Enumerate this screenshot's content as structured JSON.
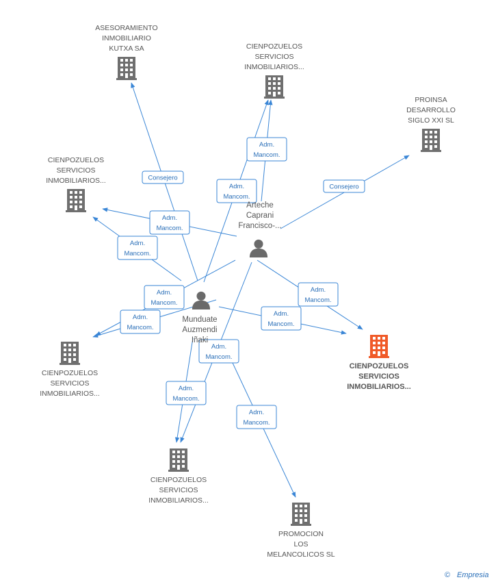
{
  "colors": {
    "edge": "#3a86d6",
    "company": "#6f6f6f",
    "focus_company": "#f05a28",
    "person": "#6a6a6a"
  },
  "persons": [
    {
      "id": "p1",
      "lines": [
        "Arteche",
        "Caprani",
        "Francisco-..."
      ],
      "icon": "person-icon"
    },
    {
      "id": "p2",
      "lines": [
        "Munduate",
        "Auzmendi",
        "Iñaki"
      ],
      "icon": "person-icon"
    }
  ],
  "companies": [
    {
      "id": "c1",
      "lines": [
        "ASESORAMIENTO",
        "INMOBILIARIO",
        "KUTXA SA"
      ],
      "focus": false,
      "icon": "building-icon"
    },
    {
      "id": "c2",
      "lines": [
        "CIENPOZUELOS",
        "SERVICIOS",
        "INMOBILIARIOS..."
      ],
      "focus": false,
      "icon": "building-icon"
    },
    {
      "id": "c3",
      "lines": [
        "PROINSA",
        "DESARROLLO",
        "SIGLO XXI SL"
      ],
      "focus": false,
      "icon": "building-icon"
    },
    {
      "id": "c4",
      "lines": [
        "CIENPOZUELOS",
        "SERVICIOS",
        "INMOBILIARIOS..."
      ],
      "focus": false,
      "icon": "building-icon"
    },
    {
      "id": "c5",
      "lines": [
        "CIENPOZUELOS",
        "SERVICIOS",
        "INMOBILIARIOS..."
      ],
      "focus": true,
      "icon": "building-icon"
    },
    {
      "id": "c6",
      "lines": [
        "CIENPOZUELOS",
        "SERVICIOS",
        "INMOBILIARIOS..."
      ],
      "focus": false,
      "icon": "building-icon"
    },
    {
      "id": "c7",
      "lines": [
        "CIENPOZUELOS",
        "SERVICIOS",
        "INMOBILIARIOS..."
      ],
      "focus": false,
      "icon": "building-icon"
    },
    {
      "id": "c8",
      "lines": [
        "PROMOCION",
        "LOS",
        "MELANCOLICOS SL"
      ],
      "focus": false,
      "icon": "building-icon"
    }
  ],
  "edges": [
    {
      "from": "p2",
      "to": "c1",
      "lines": [
        "Consejero"
      ]
    },
    {
      "from": "p1",
      "to": "c3",
      "lines": [
        "Consejero"
      ]
    },
    {
      "from": "p2",
      "to": "c2",
      "lines": [
        "Adm.",
        "Mancom."
      ]
    },
    {
      "from": "p1",
      "to": "c2",
      "lines": [
        "Adm.",
        "Mancom."
      ]
    },
    {
      "from": "p1",
      "to": "c4",
      "lines": [
        "Adm.",
        "Mancom."
      ]
    },
    {
      "from": "p2",
      "to": "c4",
      "lines": [
        "Adm.",
        "Mancom."
      ]
    },
    {
      "from": "p1",
      "to": "c6",
      "lines": [
        "Adm.",
        "Mancom."
      ]
    },
    {
      "from": "p2",
      "to": "c6",
      "lines": [
        "Adm.",
        "Mancom."
      ]
    },
    {
      "from": "p1",
      "to": "c5",
      "lines": [
        "Adm.",
        "Mancom."
      ]
    },
    {
      "from": "p2",
      "to": "c5",
      "lines": [
        "Adm.",
        "Mancom."
      ]
    },
    {
      "from": "p1",
      "to": "c7",
      "lines": [
        "Adm.",
        "Mancom."
      ]
    },
    {
      "from": "p2",
      "to": "c7",
      "lines": [
        "Adm.",
        "Mancom."
      ]
    },
    {
      "from": "p1",
      "to": "c8",
      "lines": [
        "Adm.",
        "Mancom."
      ]
    }
  ],
  "footer": {
    "copyright": "©",
    "brand": "Empresia"
  }
}
